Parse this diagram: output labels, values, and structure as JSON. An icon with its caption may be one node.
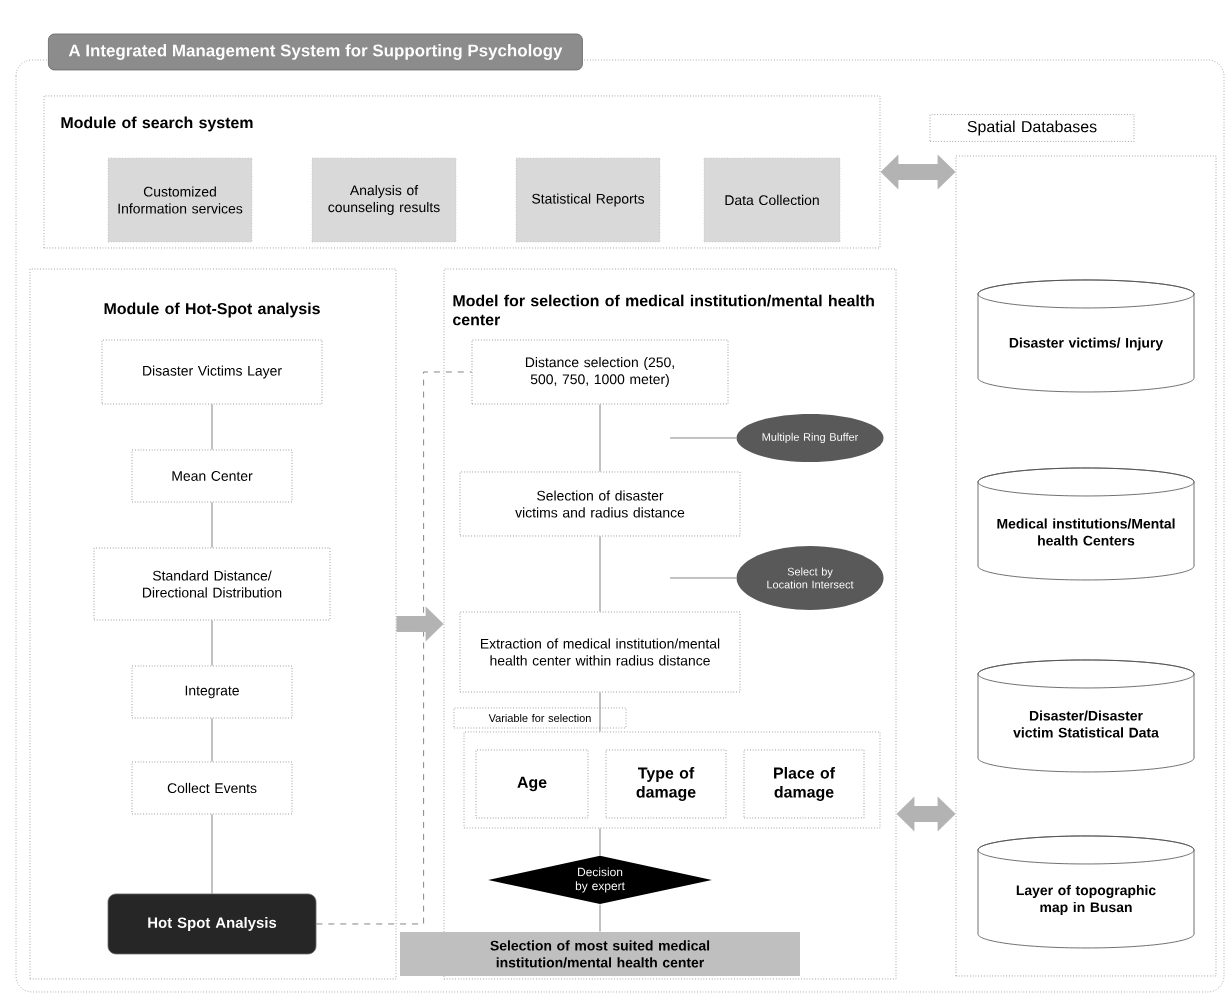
{
  "diagram": {
    "title": "A Integrated Management System for Supporting Psychology",
    "nodes": [
      {
        "text": [
          "Module of search system"
        ]
      },
      {
        "text": [
          "Customized Information services"
        ],
        "in": 0
      },
      {
        "text": [
          "Analysis of counseling results"
        ],
        "in": 0
      },
      {
        "text": [
          "Statistical Reports"
        ],
        "in": 0
      },
      {
        "text": [
          "Data Collection"
        ],
        "in": 0
      },
      {
        "text": [
          "Spatial Databases"
        ]
      },
      {
        "text": [
          "Disaster victims/ Injury"
        ],
        "in": 5
      },
      {
        "text": [
          "Medical institutions/Mental health Centers"
        ],
        "in": 5
      },
      {
        "text": [
          "Disaster/Disaster victim Statistical Data"
        ],
        "in": 5
      },
      {
        "text": [
          "Layer of topographic map in Busan"
        ],
        "in": 5
      },
      {
        "text": [
          "Module of Hot-Spot analysis"
        ]
      },
      {
        "text": [
          "Disaster Victims Layer"
        ],
        "in": 10
      },
      {
        "text": [
          "Mean Center"
        ],
        "in": 10
      },
      {
        "text": [
          "Standard Distance/ Directional Distribution"
        ],
        "in": 10
      },
      {
        "text": [
          "Integrate"
        ],
        "in": 10
      },
      {
        "text": [
          "Collect Events"
        ],
        "in": 10
      },
      {
        "text": [
          "Hot Spot Analysis"
        ],
        "in": 10
      },
      {
        "text": [
          "Model for selection of medical institution/mental health center"
        ]
      },
      {
        "text": [
          "Distance selection (250, 500, 750, 1000 meter)"
        ],
        "in": 17
      },
      {
        "text": [
          "Multiple Ring Buffer"
        ],
        "in": 17
      },
      {
        "text": [
          "Selection of disaster victims and radius distance"
        ],
        "in": 17
      },
      {
        "text": [
          "Select by Location Intersect"
        ],
        "in": 17
      },
      {
        "text": [
          "Extraction of medical institution/mental health center within radius distance"
        ],
        "in": 17
      },
      {
        "text": [
          "Variable for selection"
        ],
        "in": 17
      },
      {
        "text": [
          "Age"
        ],
        "in": 23
      },
      {
        "text": [
          "Type of damage"
        ],
        "in": 23
      },
      {
        "text": [
          "Place of damage"
        ],
        "in": 23
      },
      {
        "text": [
          "Decision by expert"
        ],
        "in": 17
      },
      {
        "text": [
          "Selection of most suited medical institution/mental health center"
        ],
        "in": 17
      }
    ],
    "edges": [
      {
        "from": 11,
        "to": 12,
        "arrow": "none"
      },
      {
        "from": 12,
        "to": 13,
        "arrow": "none"
      },
      {
        "from": 13,
        "to": 14,
        "arrow": "none"
      },
      {
        "from": 14,
        "to": 15,
        "arrow": "none"
      },
      {
        "from": 15,
        "to": 16,
        "arrow": "none"
      },
      {
        "from": 16,
        "to": 18,
        "arrow": "none",
        "style": "dashed"
      },
      {
        "from": 10,
        "to": 17,
        "arrow": "to",
        "style": "thick",
        "color": "#b3b3b3"
      },
      {
        "from": 0,
        "to": 5,
        "arrow": "both",
        "style": "thick",
        "color": "#b3b3b3"
      },
      {
        "from": 17,
        "to": 5,
        "arrow": "both",
        "style": "thick",
        "color": "#b3b3b3"
      },
      {
        "from": 18,
        "to": 20,
        "arrow": "none"
      },
      {
        "from": 19,
        "to": null,
        "arrow": "none"
      },
      {
        "from": 20,
        "to": 22,
        "arrow": "none"
      },
      {
        "from": 21,
        "to": null,
        "arrow": "none"
      },
      {
        "from": 22,
        "to": 23,
        "arrow": "none"
      },
      {
        "from": 23,
        "to": 27,
        "arrow": "none"
      },
      {
        "from": 27,
        "to": 28,
        "arrow": "none"
      }
    ]
  }
}
